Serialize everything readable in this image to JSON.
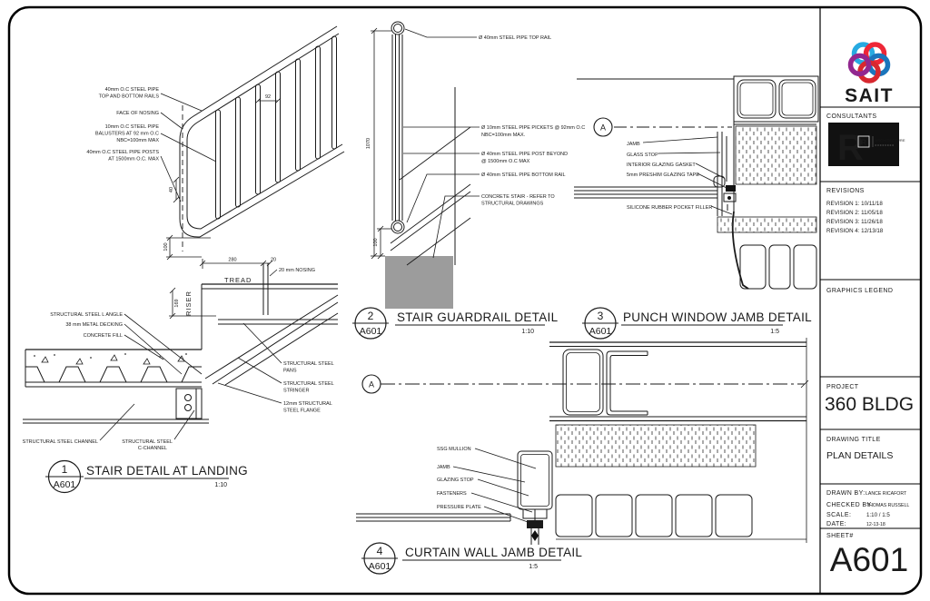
{
  "titleblock": {
    "brand": "SAIT",
    "brand_color": "#d7282f",
    "logo_loop_colors": [
      "#27aae1",
      "#ee2737",
      "#1b75bc",
      "#d7282f",
      "#92278f"
    ],
    "consultants_label": "CONSULTANTS",
    "consultant_mark": "R",
    "consultant_name": "ARCHITECTURE",
    "revisions_label": "REVISIONS",
    "revisions": [
      "REVISION 1: 10/11/18",
      "REVISION 2: 11/05/18",
      "REVISION 3: 11/26/18",
      "REVISION 4: 12/13/18"
    ],
    "graphics_legend_label": "GRAPHICS LEGEND",
    "project_label": "PROJECT",
    "project_name": "360 BLDG",
    "drawing_title_label": "DRAWING TITLE",
    "drawing_title": "PLAN DETAILS",
    "drawn_by_label": "DRAWN BY:",
    "drawn_by": "LANCE RICAFORT",
    "checked_by_label": "CHECKED BY:",
    "checked_by": "THOMAS RUSSELL",
    "scale_label": "SCALE:",
    "scale_value": "1:10 / 1:5",
    "date_label": "DATE:",
    "date_value": "12-13-18",
    "sheet_label": "SHEET#",
    "sheet_number": "A601"
  },
  "details": {
    "d1": {
      "num": "1",
      "ref": "A601",
      "title": "STAIR DETAIL AT LANDING",
      "scale": "1:10",
      "labels": {
        "rails1": "40mm O.C STEEL PIPE",
        "rails2": "TOP AND BOTTOM RAILS",
        "nosing_face": "FACE OF NOSING",
        "balusters1": "10mm O.C STEEL PIPE",
        "balusters2": "BALUSTERS AT 92 mm O.C",
        "balusters3": "NBC=100mm MAX",
        "posts1": "40mm O.C STEEL PIPE POSTS",
        "posts2": "AT 1500mm O.C. MAX",
        "l_angle": "STRUCTURAL STEEL L ANGLE",
        "decking": "38 mm METAL DECKING",
        "concrete_fill": "CONCRETE FILL",
        "channel": "STRUCTURAL STEEL CHANNEL",
        "c_channel1": "STRUCTURAL STEEL",
        "c_channel2": "C-CHANNEL",
        "pans1": "STRUCTURAL STEEL",
        "pans2": "PANS",
        "stringer1": "STRUCTURAL STEEL",
        "stringer2": "STRINGER",
        "flange1": "12mm STRUCTURAL",
        "flange2": "STEEL FLANGE",
        "tread": "TREAD",
        "riser": "RISER",
        "nosing": "20 mm NOSING"
      },
      "dims": {
        "d92": "92",
        "d40": "40",
        "d100": "100",
        "d280": "280",
        "d20": "20",
        "d169": "169"
      }
    },
    "d2": {
      "num": "2",
      "ref": "A601",
      "title": "STAIR GUARDRAIL DETAIL",
      "scale": "1:10",
      "labels": {
        "top_rail": "Ø 40mm STEEL PIPE TOP RAIL",
        "pickets1": "Ø 10mm STEEL PIPE PICKETS @ 92mm O.C",
        "pickets2": "NBC=100mm MAX.",
        "post1": "Ø 40mm STEEL PIPE POST BEYOND",
        "post2": "@ 1500mm O.C MAX",
        "bottom_rail": "Ø 40mm STEEL PIPE BOTTOM RAIL",
        "concrete1": "CONCRETE STAIR - REFER TO",
        "concrete2": "STRUCTURAL DRAWINGS"
      },
      "dims": {
        "d1070": "1070",
        "d100": "100"
      }
    },
    "d3": {
      "num": "3",
      "ref": "A601",
      "title": "PUNCH WINDOW JAMB DETAIL",
      "scale": "1:5",
      "marker": "A",
      "labels": {
        "jamb": "JAMB",
        "glass_stop": "GLASS STOP",
        "gasket": "INTERIOR GLAZING GASKET",
        "tape": "5mm PRESHIM GLAZING TAPE",
        "filler": "SILICONE RUBBER POCKET FILLER"
      }
    },
    "d4": {
      "num": "4",
      "ref": "A601",
      "title": "CURTAIN WALL JAMB DETAIL",
      "scale": "1:5",
      "marker": "A",
      "labels": {
        "ssg": "SSG MULLION",
        "jamb": "JAMB",
        "glazing_stop": "GLAZING STOP",
        "fasteners": "FASTENERS",
        "pressure_plate": "PRESSURE PLATE"
      }
    }
  }
}
